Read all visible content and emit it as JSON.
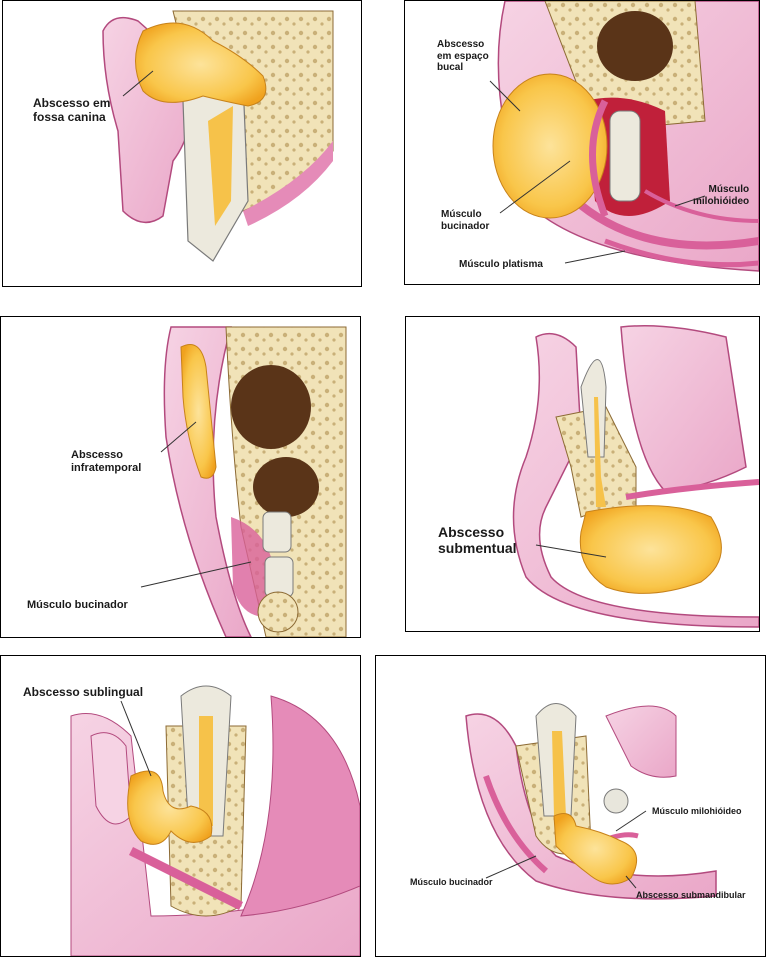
{
  "panels": [
    {
      "labels": {
        "abscess": "Abscesso em\nfossa canina"
      }
    },
    {
      "labels": {
        "abscess": "Abscesso\nem espaço\nbucal",
        "buccinator": "Músculo\nbucinador",
        "mylohyoid": "Músculo\nmilohióideo",
        "platysma": "Músculo platisma"
      }
    },
    {
      "labels": {
        "abscess": "Abscesso\ninfratemporal",
        "buccinator": "Músculo bucinador"
      }
    },
    {
      "labels": {
        "abscess": "Abscesso\nsubmentual"
      }
    },
    {
      "labels": {
        "abscess": "Abscesso sublingual"
      }
    },
    {
      "labels": {
        "mylohyoid": "Músculo milohióideo",
        "buccinator": "Músculo bucinador",
        "abscess": "Abscesso submandibular"
      }
    }
  ],
  "colors": {
    "abscess": "#f7b733",
    "abscess_light": "#fde39a",
    "soft_tissue": "#f3c4dc",
    "muscle": "#d9609a",
    "bone": "#f1e3b8",
    "tooth": "#e8e6dc",
    "cavity": "#5a3418"
  }
}
